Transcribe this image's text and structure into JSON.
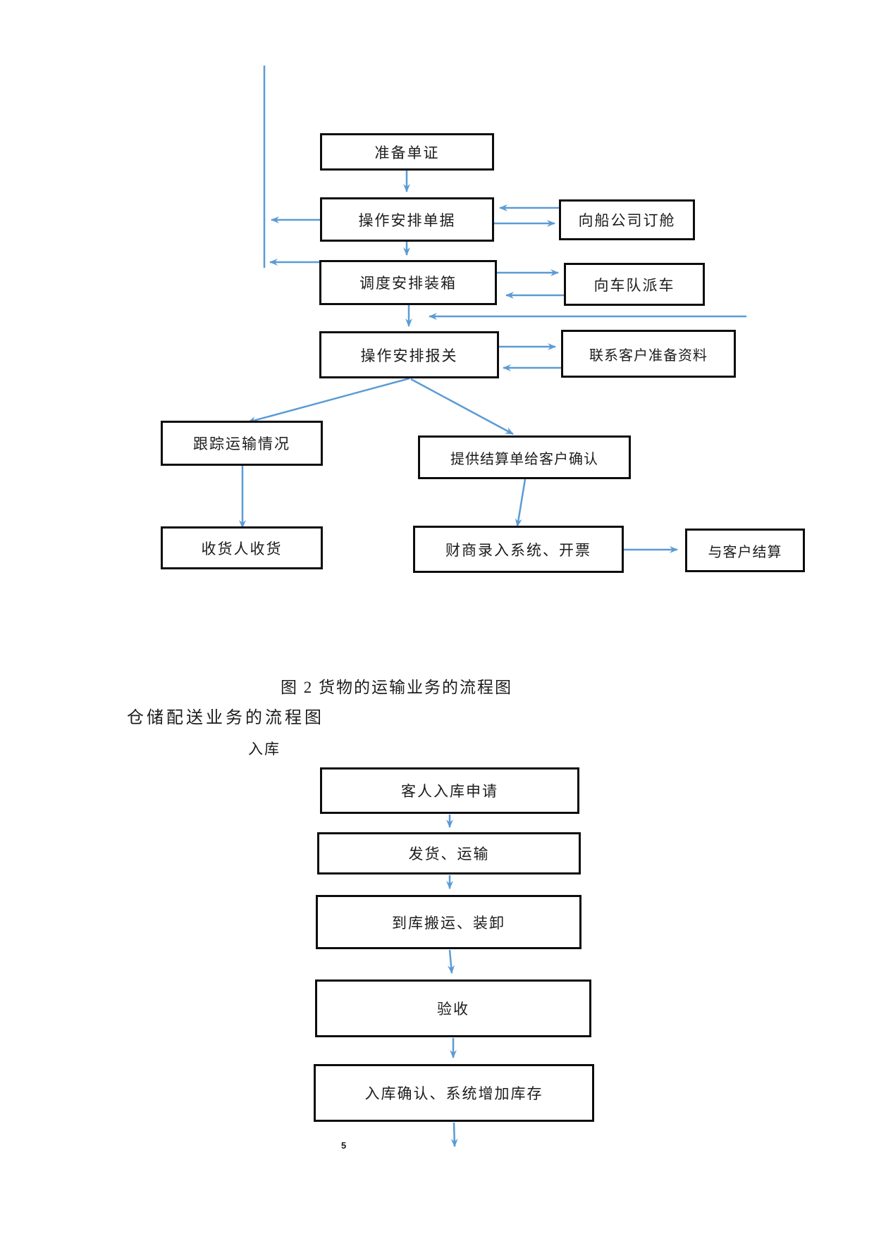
{
  "page": {
    "number": "5"
  },
  "captions": {
    "figure2": "图 2 货物的运输业务的流程图",
    "warehouse_heading": "仓储配送业务的流程图",
    "inbound_label": "入库"
  },
  "colors": {
    "arrow_blue": "#5B9BD5",
    "box_border": "#0d0d0d"
  },
  "transport_flowchart": {
    "nodes": {
      "prepare_docs": "准备单证",
      "arrange_docs": "操作安排单据",
      "book_space": "向船公司订舱",
      "dispatch_loading": "调度安排装箱",
      "dispatch_trucks": "向车队派车",
      "arrange_customs": "操作安排报关",
      "contact_customer": "联系客户准备资料",
      "track_transport": "跟踪运输情况",
      "settlement_confirm": "提供结算单给客户确认",
      "consignee_receive": "收货人收货",
      "finance_entry": "财商录入系统、开票",
      "settle_customer": "与客户结算"
    }
  },
  "warehouse_flowchart": {
    "nodes": {
      "entry_request": "客人入库申请",
      "ship_transport": "发货、运输",
      "arrive_handling": "到库搬运、装卸",
      "inspection": "验收",
      "entry_confirm": "入库确认、系统增加库存"
    }
  }
}
